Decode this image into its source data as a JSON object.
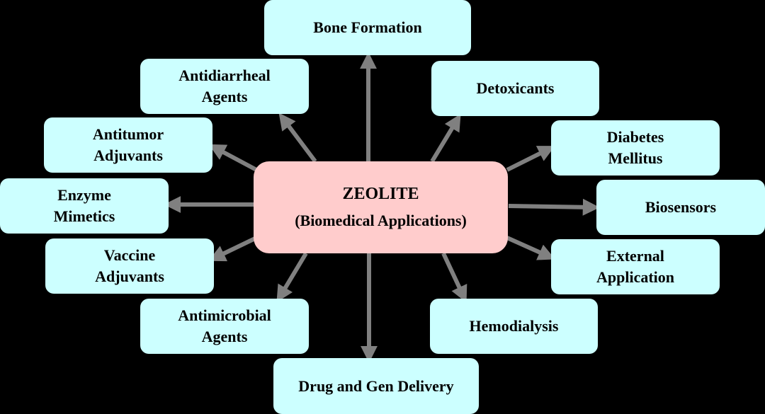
{
  "colors": {
    "background": "#000000",
    "node_fill": "#ccffff",
    "center_fill": "#ffcccc",
    "arrow": "#808080"
  },
  "center": {
    "title": "ZEOLITE",
    "subtitle": "(Biomedical Applications)"
  },
  "nodes": [
    {
      "id": "bone-formation",
      "label": "Bone Formation"
    },
    {
      "id": "antidiarrheal-agents",
      "label": "Antidiarrheal\nAgents"
    },
    {
      "id": "detoxicants",
      "label": "Detoxicants"
    },
    {
      "id": "antitumor-adjuvants",
      "label": "Antitumor\nAdjuvants"
    },
    {
      "id": "diabetes-mellitus",
      "label": "Diabetes\nMellitus"
    },
    {
      "id": "enzyme-mimetics",
      "label": "Enzyme\nMimetics"
    },
    {
      "id": "biosensors",
      "label": "Biosensors"
    },
    {
      "id": "vaccine-adjuvants",
      "label": "Vaccine\nAdjuvants"
    },
    {
      "id": "external-application",
      "label": "External\nApplication"
    },
    {
      "id": "antimicrobial-agents",
      "label": "Antimicrobial\nAgents"
    },
    {
      "id": "hemodialysis",
      "label": "Hemodialysis"
    },
    {
      "id": "drug-and-gen-delivery",
      "label": "Drug and Gen Delivery"
    }
  ]
}
